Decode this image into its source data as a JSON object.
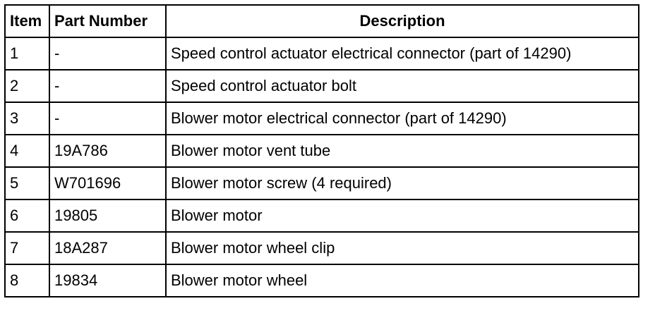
{
  "table": {
    "headers": {
      "item": "Item",
      "part_number": "Part Number",
      "description": "Description"
    },
    "rows": [
      {
        "item": "1",
        "part_number": "-",
        "description": "Speed control actuator electrical connector (part of 14290)"
      },
      {
        "item": "2",
        "part_number": "-",
        "description": "Speed control actuator bolt"
      },
      {
        "item": "3",
        "part_number": "-",
        "description": "Blower motor electrical connector (part of 14290)"
      },
      {
        "item": "4",
        "part_number": "19A786",
        "description": "Blower motor vent tube"
      },
      {
        "item": "5",
        "part_number": "W701696",
        "description": "Blower motor screw (4 required)"
      },
      {
        "item": "6",
        "part_number": "19805",
        "description": "Blower motor"
      },
      {
        "item": "7",
        "part_number": "18A287",
        "description": "Blower motor wheel clip"
      },
      {
        "item": "8",
        "part_number": "19834",
        "description": "Blower motor wheel"
      }
    ]
  }
}
